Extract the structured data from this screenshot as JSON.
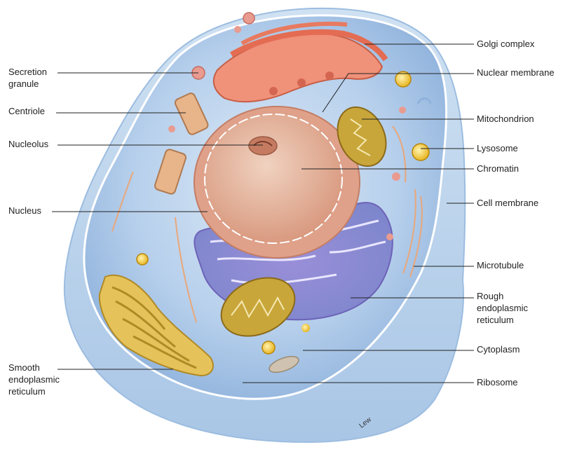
{
  "labels": {
    "secretion_granule": "Secretion\ngranule",
    "centriole": "Centriole",
    "nucleolus": "Nucleolus",
    "nucleus": "Nucleus",
    "smooth_er": "Smooth\nendoplasmic\nreticulum",
    "golgi_complex": "Golgi complex",
    "nuclear_membrane": "Nuclear membrane",
    "mitochondrion": "Mitochondrion",
    "lysosome": "Lysosome",
    "chromatin": "Chromatin",
    "cell_membrane": "Cell membrane",
    "microtubule": "Microtubule",
    "rough_er": "Rough\nendoplasmic\nreticulum",
    "cytoplasm": "Cytoplasm",
    "ribosome": "Ribosome"
  },
  "artist_signature": "Lew",
  "colors": {
    "cytoplasm": "#aecbe8",
    "membrane": "#c9dff1",
    "nucleus": "#e5b39a",
    "golgi": "#ef8f73",
    "rough_er": "#8a86cf",
    "smooth_er": "#e0bf57",
    "mitochondrion": "#c9a63a",
    "lysosome": "#f2c531",
    "leader_line": "#222222"
  }
}
